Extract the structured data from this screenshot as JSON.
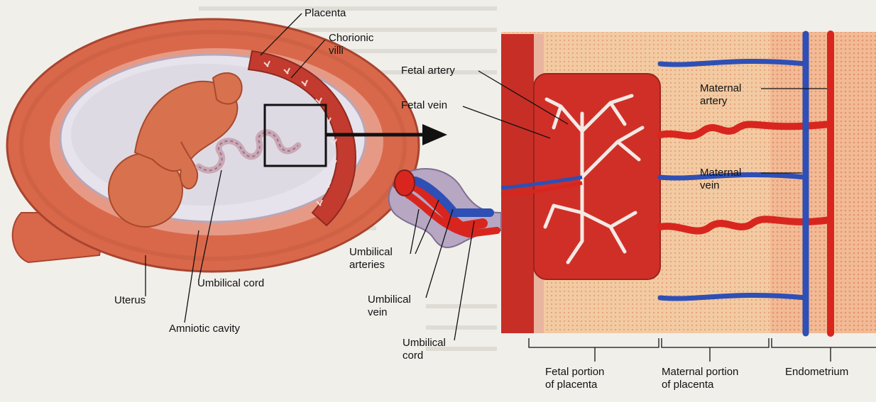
{
  "labels": {
    "placenta": "Placenta",
    "chorionic_villi": [
      "Chorionic",
      "villi"
    ],
    "fetal_artery": "Fetal artery",
    "fetal_vein": "Fetal vein",
    "maternal_artery": [
      "Maternal",
      "artery"
    ],
    "maternal_vein": [
      "Maternal",
      "vein"
    ],
    "umbilical_arteries": [
      "Umbilical",
      "arteries"
    ],
    "umbilical_vein": [
      "Umbilical",
      "vein"
    ],
    "umbilical_cord_right": [
      "Umbilical",
      "cord"
    ],
    "umbilical_cord_left": "Umbilical cord",
    "uterus": "Uterus",
    "amniotic_cavity": "Amniotic cavity",
    "fetal_portion": [
      "Fetal portion",
      "of placenta"
    ],
    "maternal_portion": [
      "Maternal portion",
      "of placenta"
    ],
    "endometrium": "Endometrium"
  },
  "colors": {
    "uterus": "#d9684a",
    "uterus_dark": "#b94a32",
    "placenta": "#c23b2e",
    "fetus": "#d8724e",
    "artery": "#d8261f",
    "vein": "#2e4fb5",
    "endometrium": "#efb28e",
    "maternal_tissue": "#f4cfa7"
  }
}
